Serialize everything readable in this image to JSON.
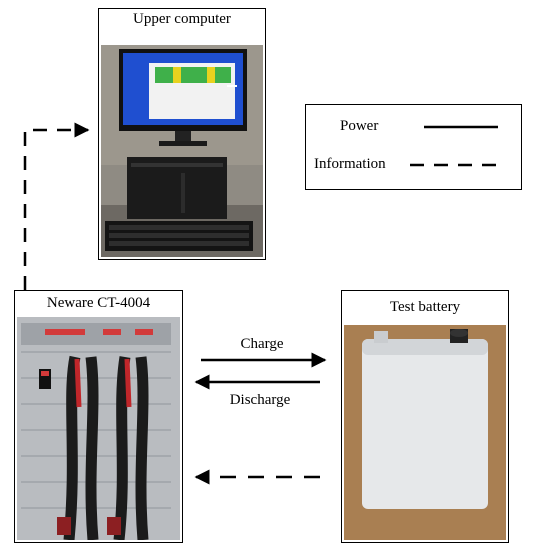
{
  "nodes": {
    "upper_computer": {
      "title": "Upper computer"
    },
    "neware": {
      "title": "Neware CT-4004"
    },
    "test_battery": {
      "title": "Test battery"
    }
  },
  "legend": {
    "power_label": "Power",
    "information_label": "Information"
  },
  "edges": {
    "charge_label": "Charge",
    "discharge_label": "Discharge"
  },
  "colors": {
    "screen_green": "#3fb04a",
    "screen_yellow": "#e8d21f",
    "desktop_blue": "#1f4fd0",
    "battery_white": "#e6e8ea",
    "cabinet_grey": "#b9bcc0",
    "wood_tan": "#b88a5a"
  }
}
